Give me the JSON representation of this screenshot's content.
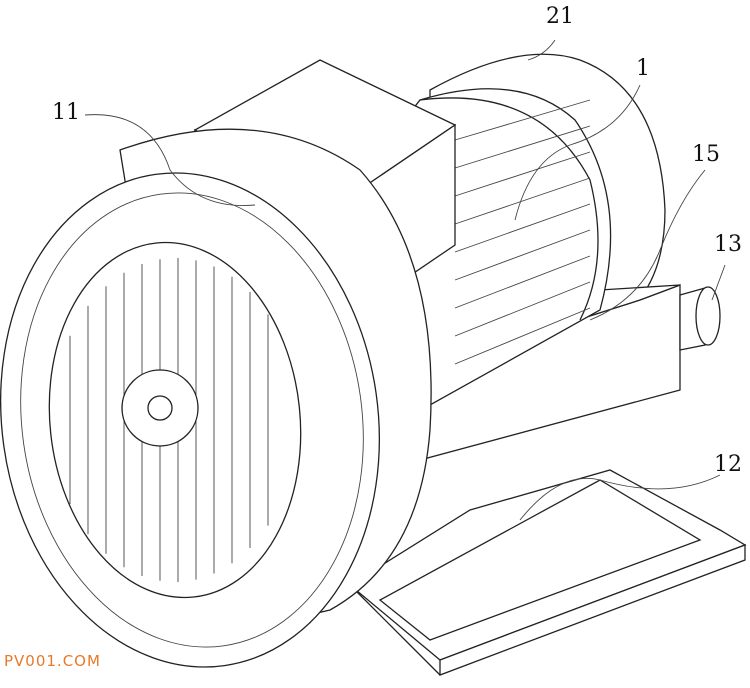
{
  "labels": {
    "back_cover": "21",
    "motor": "1",
    "impeller_housing": "11",
    "mount_bar": "15",
    "outlet_pipe": "13",
    "base_plate": "12"
  },
  "watermark": "PV001.COM",
  "colors": {
    "line": "#222222",
    "watermark": "#e8792a"
  }
}
